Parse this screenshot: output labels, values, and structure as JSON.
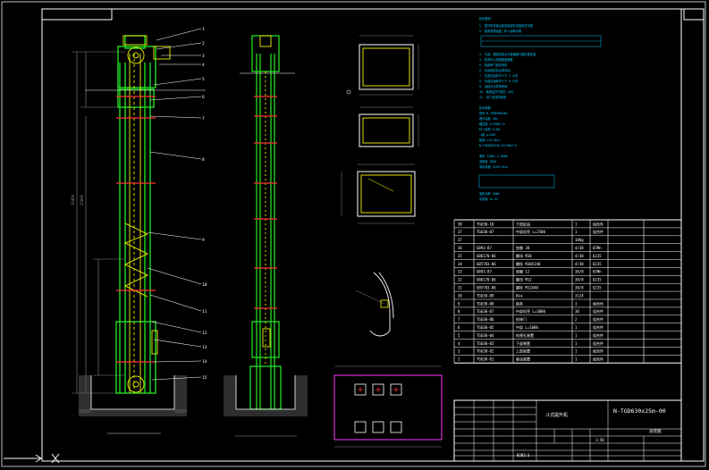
{
  "colors": {
    "background": "#000000",
    "frame": "#ffffff",
    "green_line": "#22dd22",
    "yellow_line": "#dddd00",
    "cyan_text": "#00c8ff",
    "magenta": "#ff33ff",
    "dim": "#8a8a8a"
  },
  "title_block": {
    "drawing_number": "N-TGD630x25m-00",
    "drawing_name": "斗式提升机",
    "sheet_label": "总装图",
    "scale": "1:50",
    "material_code": "B2B2:3"
  },
  "bom_rows": [
    {
      "no": "38",
      "code": "TG630-10",
      "name": "下部区段",
      "qty": "1",
      "note": "组合件"
    },
    {
      "no": "37",
      "code": "TG630-07",
      "name": "中部机壳 L=2500",
      "qty": "1",
      "note": "组合件"
    },
    {
      "no": "37",
      "code": "",
      "name": "",
      "qty": "18Kg",
      "note": ""
    },
    {
      "no": "36",
      "code": "GB93-87",
      "name": "垫圈 30",
      "qty": "4/38",
      "note": "65Mn"
    },
    {
      "no": "35",
      "code": "GB6170-86",
      "name": "螺母 M30",
      "qty": "4/38",
      "note": "Q235"
    },
    {
      "no": "34",
      "code": "GB5783-86",
      "name": "螺栓 M30X140",
      "qty": "4/38",
      "note": "Q235"
    },
    {
      "no": "33",
      "code": "GB93-87",
      "name": "垫圈 12",
      "qty": "38/8",
      "note": "65Mn"
    },
    {
      "no": "32",
      "code": "GB6170-86",
      "name": "螺母 M12",
      "qty": "38/8",
      "note": "Q235"
    },
    {
      "no": "31",
      "code": "GB5783-86",
      "name": "螺栓 M12X40",
      "qty": "38/8",
      "note": "Q235"
    },
    {
      "no": "30",
      "code": "TG630-09",
      "name": "料斗",
      "qty": "3124",
      "note": ""
    },
    {
      "no": "9",
      "code": "TG630-08",
      "name": "链条",
      "qty": "1",
      "note": "组合件"
    },
    {
      "no": "8",
      "code": "TG630-07",
      "name": "中部机壳 L=3000",
      "qty": "30",
      "note": "组合件"
    },
    {
      "no": "7",
      "code": "TG630-06",
      "name": "检修门",
      "qty": "2",
      "note": "组合件"
    },
    {
      "no": "6",
      "code": "TG630-05",
      "name": "中部 L=1000",
      "qty": "1",
      "note": "组合件"
    },
    {
      "no": "5",
      "code": "TG630-04",
      "name": "检视孔装置",
      "qty": "1",
      "note": "组合件"
    },
    {
      "no": "4",
      "code": "TG630-03",
      "name": "下部装置",
      "qty": "1",
      "note": "组合件"
    },
    {
      "no": "3",
      "code": "TG630-02",
      "name": "上部装置",
      "qty": "1",
      "note": "组合件"
    },
    {
      "no": "2",
      "code": "TG630-01",
      "name": "驱动装置",
      "qty": "1",
      "note": "组合件"
    }
  ]
}
